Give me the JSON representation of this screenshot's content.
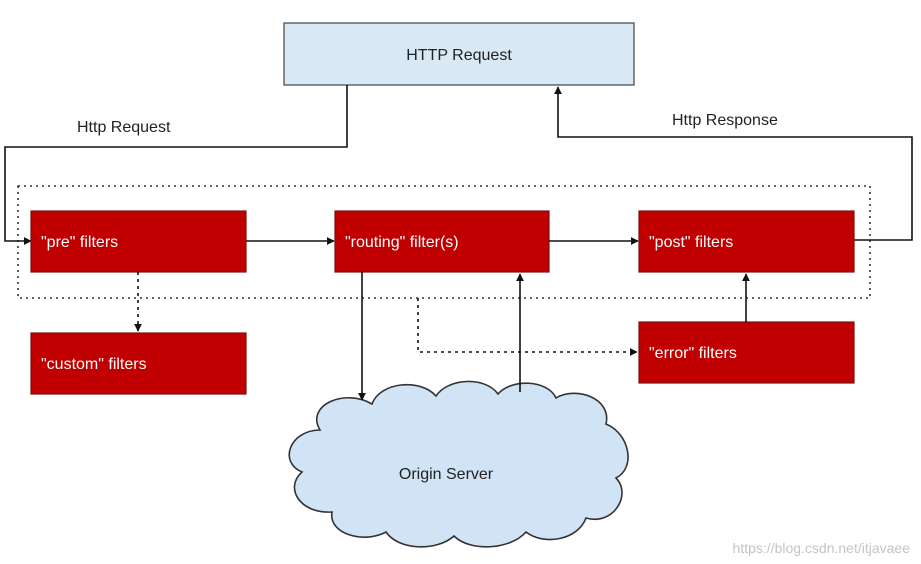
{
  "nodes": {
    "http_request": "HTTP Request",
    "pre": "\"pre\" filters",
    "routing": "\"routing\" filter(s)",
    "post": "\"post\" filters",
    "custom": "\"custom\" filters",
    "error": "\"error\" filters",
    "origin": "Origin Server"
  },
  "edges": {
    "request_label": "Http Request",
    "response_label": "Http Response"
  },
  "watermark": "https://blog.csdn.net/itjavaee",
  "colors": {
    "filter_fill": "#c00000",
    "filter_stroke": "#7a1010",
    "request_fill": "#d8e8f5",
    "cloud_fill": "#d0e4f5",
    "line": "#111111"
  }
}
